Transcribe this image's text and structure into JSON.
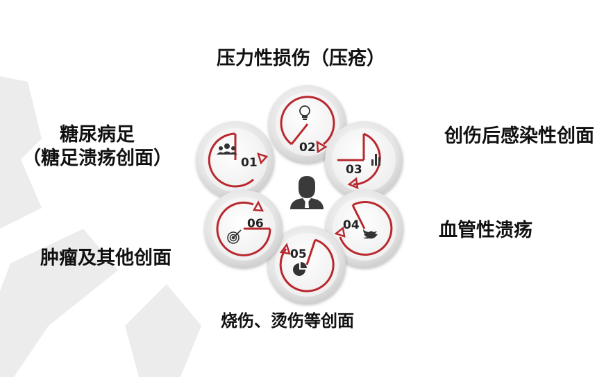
{
  "colors": {
    "accent": "#b8282e",
    "badge_outer": "#d9d9d9",
    "badge_inner": "#f7f7f7",
    "watermark": "#e9e9e9",
    "icon": "#333333"
  },
  "labels": {
    "top": "压力性损伤（压疮）",
    "top_right": "创伤后感染性创面",
    "right": "血管性溃疡",
    "bottom": "烧伤、烫伤等创面",
    "left": "肿瘤及其他创面",
    "top_left_line1": "糖尿病足",
    "top_left_line2": "（糖足溃疡创面）"
  },
  "badges": [
    {
      "number": "01",
      "icon": "users-icon"
    },
    {
      "number": "02",
      "icon": "lightbulb-icon"
    },
    {
      "number": "03",
      "icon": "bar-chart-icon"
    },
    {
      "number": "04",
      "icon": "bird-icon"
    },
    {
      "number": "05",
      "icon": "pie-chart-icon"
    },
    {
      "number": "06",
      "icon": "target-icon"
    }
  ],
  "center_icon": "person-icon"
}
